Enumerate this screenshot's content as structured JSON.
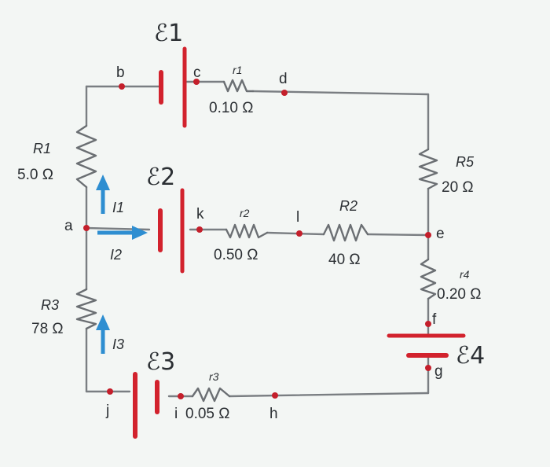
{
  "emf": {
    "e1": "ℰ1",
    "e2": "ℰ2",
    "e3": "ℰ3",
    "e4": "ℰ4"
  },
  "nodes": {
    "a": "a",
    "b": "b",
    "c": "c",
    "d": "d",
    "e": "e",
    "f": "f",
    "g": "g",
    "h": "h",
    "i": "i",
    "j": "j",
    "k": "k",
    "l": "l"
  },
  "resistors": {
    "r1": {
      "name": "r1",
      "value": "0.10 Ω"
    },
    "r2": {
      "name": "r2",
      "value": "0.50 Ω"
    },
    "r3": {
      "name": "r3",
      "value": "0.05 Ω"
    },
    "r4": {
      "name": "r4",
      "value": "0.20 Ω"
    },
    "R1": {
      "name": "R1",
      "value": "5.0 Ω"
    },
    "R2": {
      "name": "R2",
      "value": "40 Ω"
    },
    "R3": {
      "name": "R3",
      "value": "78 Ω"
    },
    "R5": {
      "name": "R5",
      "value": "20 Ω"
    }
  },
  "currents": {
    "I1": "I1",
    "I2": "I2",
    "I3": "I3"
  },
  "colors": {
    "wire": "#7a7e82",
    "battery": "#d2222d",
    "node": "#c41f2b",
    "arrow": "#2e8ed1",
    "background": "#f3f6f4"
  }
}
